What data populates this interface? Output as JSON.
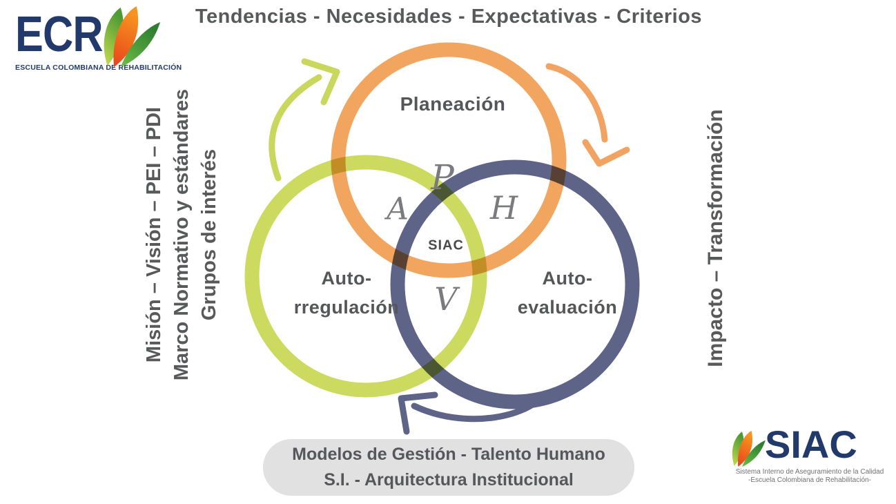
{
  "header": {
    "title": "Tendencias - Necesidades - Expectativas - Criterios"
  },
  "logo_ecr": {
    "acronym": "ECR",
    "subtitle": "ESCUELA COLOMBIANA DE REHABILITACIÓN"
  },
  "left_sidebar_text": {
    "line1": "Misión – Visión – PEI – PDI",
    "line2": "Marco Normativo y estándares",
    "line3": "Grupos de interés"
  },
  "right_sidebar_text": {
    "line1": "Impacto – Transformación"
  },
  "venn": {
    "circles": [
      {
        "name": "planeacion",
        "label": "Planeación",
        "color": "#F2A55F"
      },
      {
        "name": "autorregulacion",
        "label_line1": "Auto-",
        "label_line2": "rregulación",
        "color": "#CDDA60"
      },
      {
        "name": "autoevaluacion",
        "label_line1": "Auto-",
        "label_line2": "evaluación",
        "color": "#5D6488"
      }
    ],
    "phva_letters": {
      "p": "P",
      "a": "A",
      "h": "H",
      "v": "V"
    },
    "center_label": "SIAC"
  },
  "arrows": {
    "green": "#C9D75C",
    "orange": "#F2A361",
    "navy": "#5D6488"
  },
  "bottom_box": {
    "line1": "Modelos de Gestión - Talento Humano",
    "line2": "S.I. - Arquitectura Institucional",
    "background": "#E1E1E1"
  },
  "logo_siac": {
    "acronym": "SIAC",
    "subtitle1": "Sistema Interno de Aseguramiento de la Calidad",
    "subtitle2": "-Escuela Colombiana de Rehabilitación-"
  },
  "colors": {
    "text_dark": "#58595B",
    "letters_gray": "#7A7B7E",
    "navy": "#223A6B",
    "caption_gray": "#6F7073",
    "pill_bg": "#E1E1E1"
  }
}
